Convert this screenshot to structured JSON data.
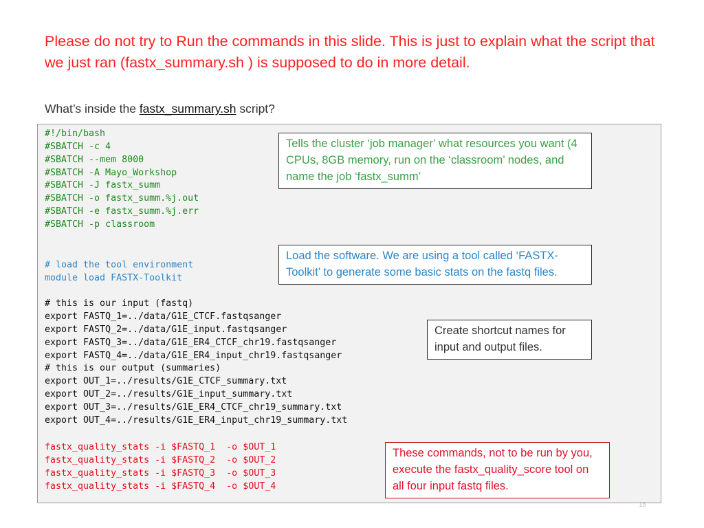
{
  "slide": {
    "warning_text": "Please do not try to Run the commands in this slide. This is just to explain what the script that we just ran (fastx_summary.sh ) is supposed to do in more detail.",
    "subtitle_prefix": "What’s inside the ",
    "subtitle_script": "fastx_summary.sh",
    "subtitle_suffix": " script?",
    "page_number": "15"
  },
  "code": {
    "sbatch": [
      "#!/bin/bash",
      "#SBATCH -c 4",
      "#SBATCH --mem 8000",
      "#SBATCH -A Mayo_Workshop",
      "#SBATCH -J fastx_summ",
      "#SBATCH -o fastx_summ.%j.out",
      "#SBATCH -e fastx_summ.%j.err",
      "#SBATCH -p classroom"
    ],
    "module": [
      "# load the tool environment",
      "module load FASTX-Toolkit"
    ],
    "exports": [
      "# this is our input (fastq)",
      "export FASTQ_1=../data/G1E_CTCF.fastqsanger",
      "export FASTQ_2=../data/G1E_input.fastqsanger",
      "export FASTQ_3=../data/G1E_ER4_CTCF_chr19.fastqsanger",
      "export FASTQ_4=../data/G1E_ER4_input_chr19.fastqsanger",
      "# this is our output (summaries)",
      "export OUT_1=../results/G1E_CTCF_summary.txt",
      "export OUT_2=../results/G1E_input_summary.txt",
      "export OUT_3=../results/G1E_ER4_CTCF_chr19_summary.txt",
      "export OUT_4=../results/G1E_ER4_input_chr19_summary.txt"
    ],
    "commands": [
      "fastx_quality_stats -i $FASTQ_1  -o $OUT_1",
      "fastx_quality_stats -i $FASTQ_2  -o $OUT_2",
      "fastx_quality_stats -i $FASTQ_3  -o $OUT_3",
      "fastx_quality_stats -i $FASTQ_4  -o $OUT_4"
    ]
  },
  "notes": {
    "resources": "Tells the cluster ‘job manager’ what resources you want (4 CPUs, 8GB memory, run on the ‘classroom’ nodes, and name the job ‘fastx_summ’",
    "software": "Load the software.  We are using a tool called ‘FASTX-Toolkit’ to generate some basic stats on the fastq files.",
    "shortcuts": "Create shortcut names for input and output files.",
    "commands": "These commands, not to be run by you, execute the fastx_quality_score tool on all four input fastq files."
  },
  "colors": {
    "warning": "#ff2020",
    "sbatch_green": "#1e8a1e",
    "module_blue": "#2a86c8",
    "command_red": "#e4101c",
    "panel_background": "#f2f2f2"
  }
}
